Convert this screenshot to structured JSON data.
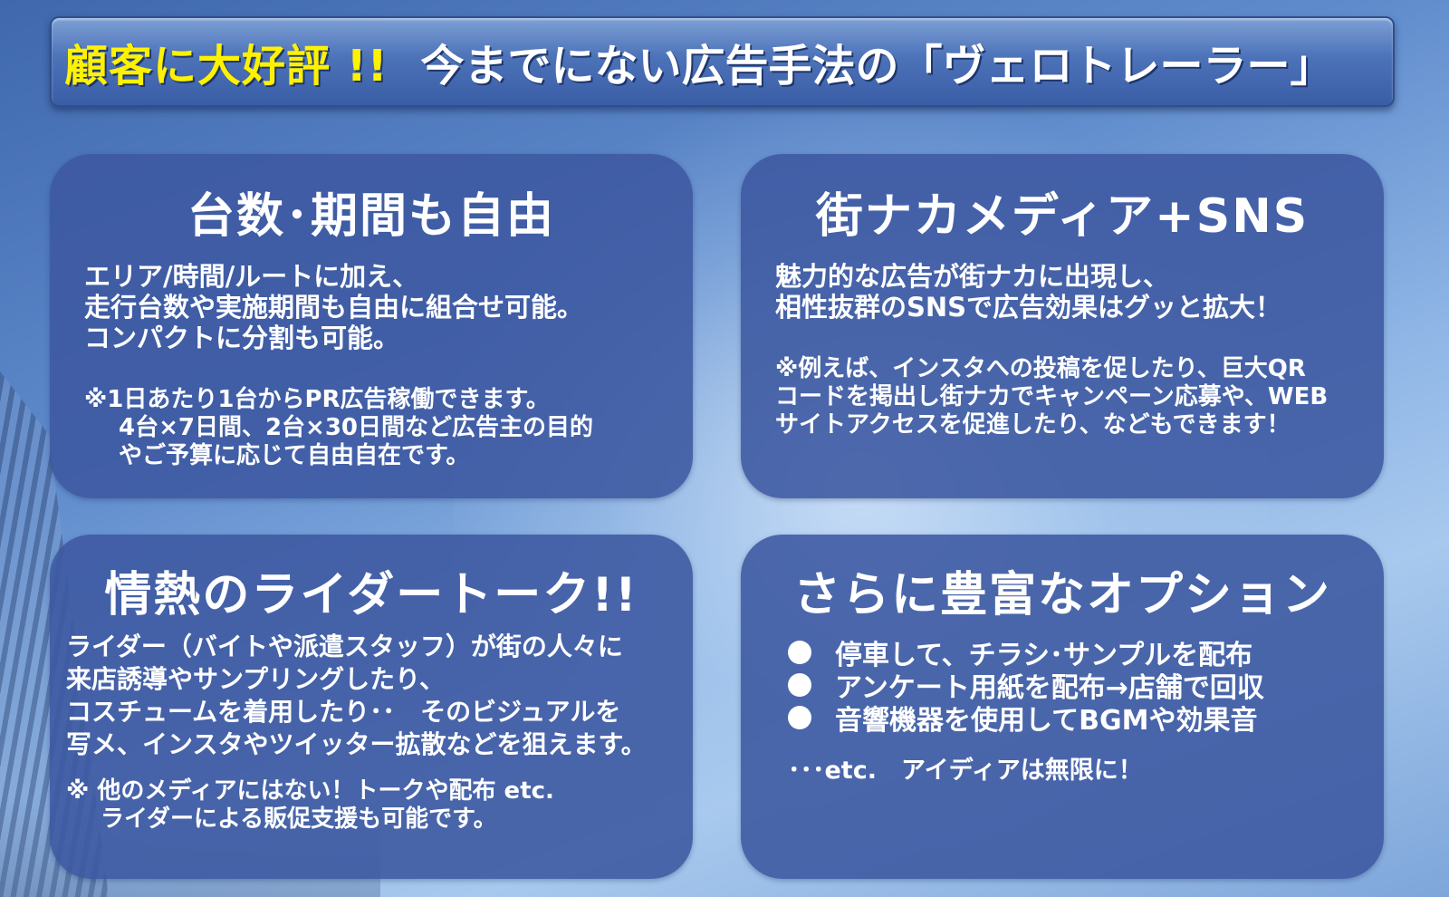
{
  "header": {
    "highlight": "顧客に大好評 !!",
    "title": "今までにない広告手法の「ヴェロトレーラー」"
  },
  "panels": [
    {
      "title": "台数･期間も自由",
      "body": [
        "エリア/時間/ルートに加え、",
        "走行台数や実施期間も自由に組合せ可能。",
        "コンパクトに分割も可能。"
      ],
      "note": [
        "※1日あたり1台からPR広告稼働できます。",
        "4台×7日間、2台×30日間など広告主の目的",
        "やご予算に応じて自由自在です。"
      ]
    },
    {
      "title": "街ナカメディア+SNS",
      "body": [
        "魅力的な広告が街ナカに出現し、",
        "相性抜群のSNSで広告効果はグッと拡大！"
      ],
      "note": [
        "※例えば、インスタへの投稿を促したり、巨大QR",
        "コードを掲出し街ナカでキャンペーン応募や、WEB",
        "サイトアクセスを促進したり、などもできます！"
      ]
    },
    {
      "title": "情熱のライダートーク!!",
      "body": [
        "ライダー（バイトや派遣スタッフ）が街の人々に",
        "来店誘導やサンプリングしたり、",
        "コスチュームを着用したり･･　そのビジュアルを",
        "写メ、インスタやツイッター拡散などを狙えます。"
      ],
      "note": [
        "※ 他のメディアにはない！トークや配布 etc.",
        "ライダーによる販促支援も可能です。"
      ]
    },
    {
      "title": "さらに豊富なオプション",
      "bullets": [
        "停車して、チラシ･サンプルを配布",
        "アンケート用紙を配布→店舗で回収",
        "音響機器を使用してBGMや効果音"
      ],
      "footer": "･･･etc.　アイディアは無限に！"
    }
  ]
}
